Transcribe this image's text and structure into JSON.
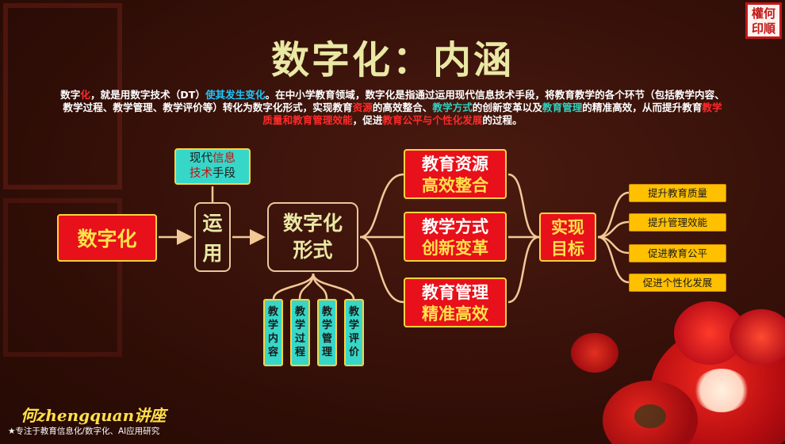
{
  "title": "数字化：内涵",
  "intro": {
    "p1": "数字",
    "p2": "化",
    "p3": "，就是用数字技术（DT）",
    "p4": "使其发生变化",
    "p5": "。在中小学教育领域，数字化是指通过运用现代信息技术手段，将教育教学的各个环节（包括教学内容、教学过程、教学管理、教学评价等）转化为数字化形式，实现教育",
    "p6": "资源",
    "p7": "的高效整合、",
    "p8": "教学方式",
    "p9": "的创新变革以及",
    "p10": "教育管理",
    "p11": "的精准高效，从而提升教育",
    "p12": "教学质量和教育管理效能",
    "p13": "，促进",
    "p14": "教育公平与个性化发展",
    "p15": "的过程。"
  },
  "nodes": {
    "digitalization": "数字化",
    "apply": [
      "运",
      "用"
    ],
    "modern_it": {
      "p1": "现代",
      "p2": "信息",
      "p3": "技术",
      "p4": "手段"
    },
    "digital_form": [
      "数字化",
      "形式"
    ],
    "sub_items": [
      [
        "教",
        "学",
        "内",
        "容"
      ],
      [
        "教",
        "学",
        "过",
        "程"
      ],
      [
        "教",
        "学",
        "管",
        "理"
      ],
      [
        "教",
        "学",
        "评",
        "价"
      ]
    ],
    "goals": [
      [
        "教育资源",
        "高效整合"
      ],
      [
        "教学方式",
        "创新变革"
      ],
      [
        "教育管理",
        "精准高效"
      ]
    ],
    "target": [
      "实现",
      "目标"
    ],
    "outcomes": [
      "提升教育质量",
      "提升管理效能",
      "促进教育公平",
      "促进个性化发展"
    ]
  },
  "author": "何zhengquan讲座",
  "tagline": "★专注于教育信息化/数字化、AI应用研究",
  "logo_text": [
    "權何",
    "印順"
  ],
  "colors": {
    "background": "#2e0d06",
    "title": "#e9e8a4",
    "red_box": "#e8101a",
    "teal_box": "#36d7c8",
    "orange_box": "#ffc000",
    "connector": "#f2c896",
    "highlight_red": "#ff2a2a",
    "highlight_blue": "#1ec6ff"
  }
}
